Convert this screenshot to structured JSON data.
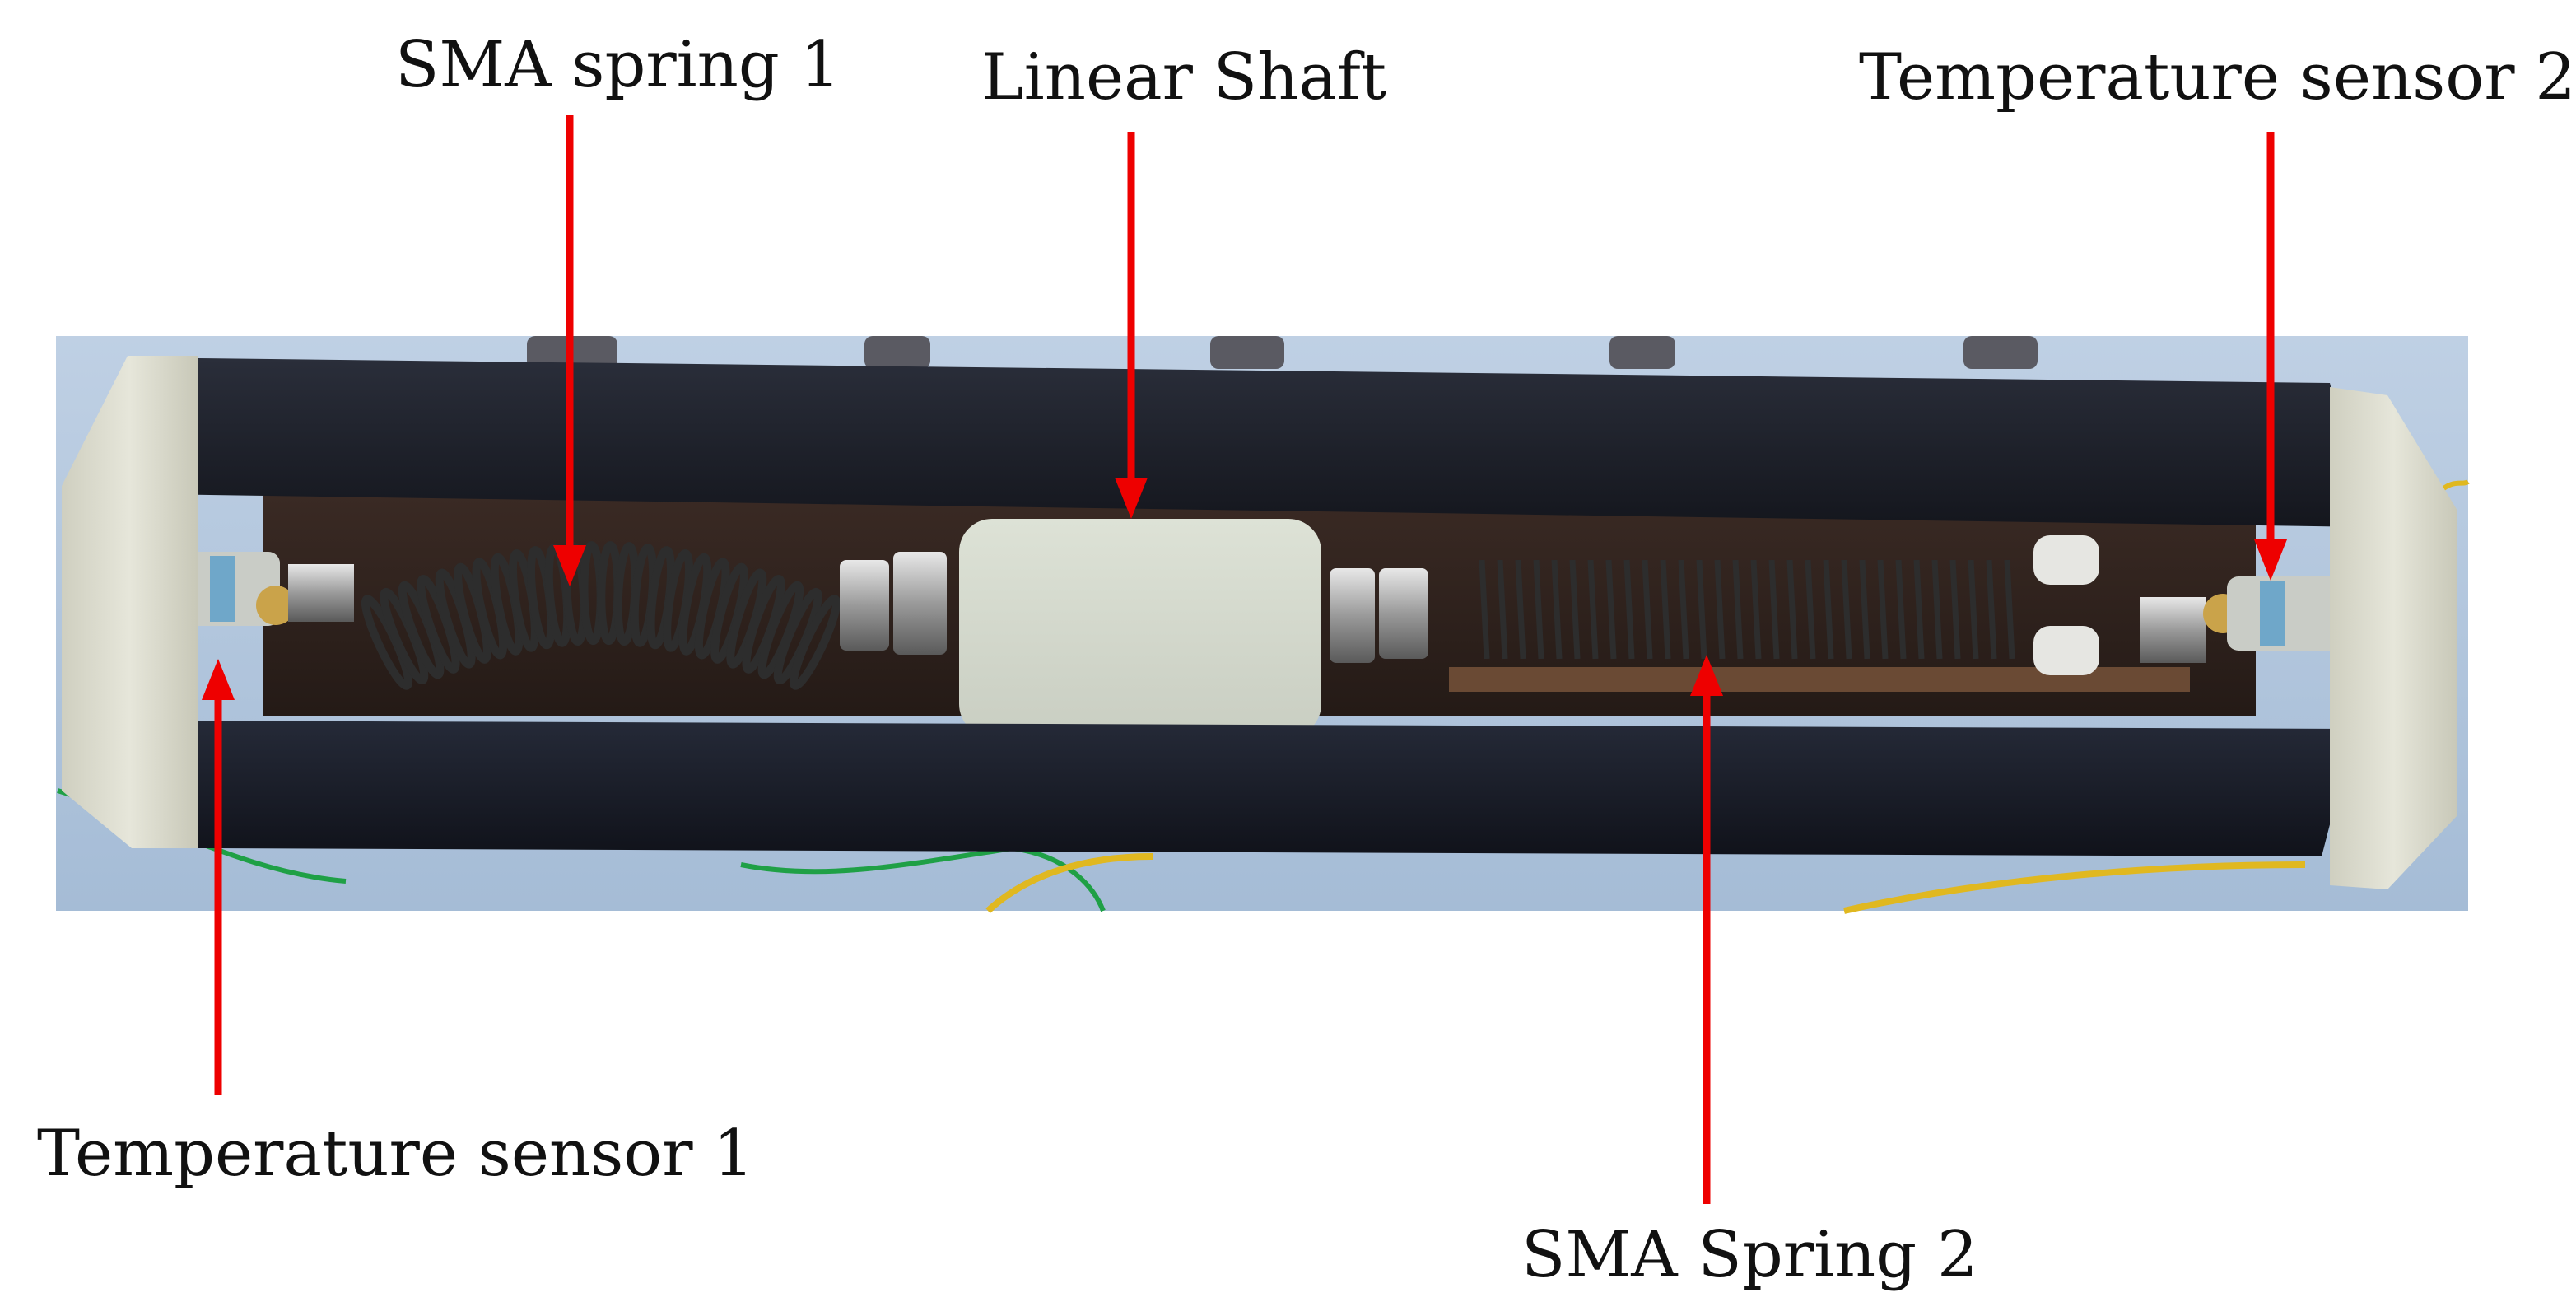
{
  "labels": {
    "sma_spring_1": "SMA spring 1",
    "linear_shaft": "Linear Shaft",
    "temperature_sensor_2": "Temperature sensor 2",
    "temperature_sensor_1": "Temperature sensor 1",
    "sma_spring_2": "SMA Spring 2"
  },
  "colors": {
    "arrow": "#ee0000",
    "housing": "#1a1d26",
    "end_cap": "#dcdcd0",
    "background": "#a9bfd9",
    "slider": "#e2e6dd",
    "spring": "#3a3a3a",
    "wire_green": "#1fa046",
    "wire_yellow": "#e0b820"
  }
}
